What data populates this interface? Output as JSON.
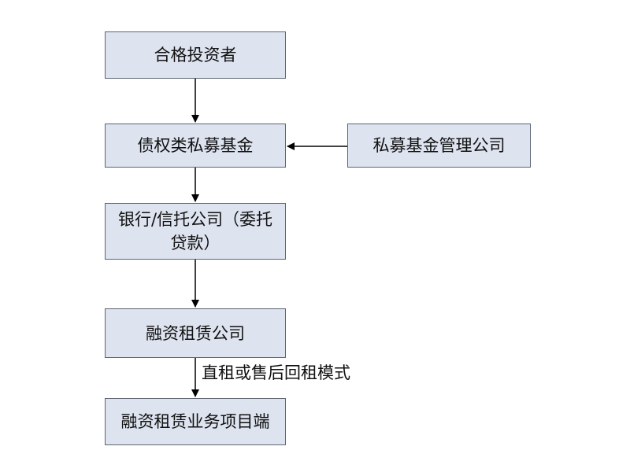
{
  "nodes": {
    "investor": "合格投资者",
    "debt_fund": "债权类私募基金",
    "fund_manager": "私募基金管理公司",
    "bank_trust": "银行/信托公司（委托贷款）",
    "leasing_company": "融资租赁公司",
    "leasing_project": "融资租赁业务项目端"
  },
  "edges": [
    {
      "from": "investor",
      "to": "debt_fund",
      "label": ""
    },
    {
      "from": "fund_manager",
      "to": "debt_fund",
      "label": ""
    },
    {
      "from": "debt_fund",
      "to": "bank_trust",
      "label": ""
    },
    {
      "from": "bank_trust",
      "to": "leasing_company",
      "label": ""
    },
    {
      "from": "leasing_company",
      "to": "leasing_project",
      "label": "直租或售后回租模式"
    }
  ],
  "colors": {
    "box_fill": "#dde3ef",
    "box_border": "#5d6470",
    "arrow": "#000000"
  }
}
